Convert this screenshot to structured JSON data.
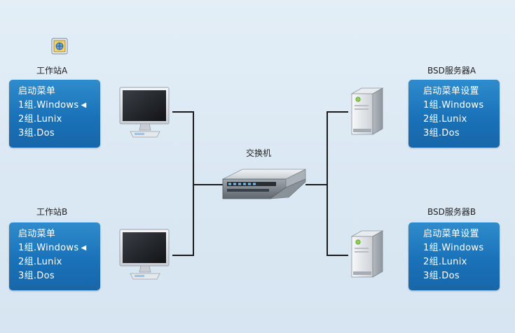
{
  "nodes": {
    "workstation_a": {
      "label": "工作站A",
      "menu": [
        "启动菜单",
        "1组.Windows",
        "2组.Lunix",
        "3组.Dos"
      ]
    },
    "workstation_b": {
      "label": "工作站B",
      "menu": [
        "启动菜单",
        "1组.Windows",
        "2组.Lunix",
        "3组.Dos"
      ]
    },
    "server_a": {
      "label": "BSD服务器A",
      "menu": [
        "启动菜单设置",
        "1组.Windows",
        "2组.Lunix",
        "3组.Dos"
      ]
    },
    "server_b": {
      "label": "BSD服务器B",
      "menu": [
        "启动菜单设置",
        "1组.Windows",
        "2组.Lunix",
        "3组.Dos"
      ]
    },
    "switch": {
      "label": "交换机"
    }
  },
  "icons": {
    "app": "network-app-icon",
    "monitor": "monitor-icon",
    "server": "server-tower-icon",
    "switch": "network-switch-icon",
    "cursor": "selection-arrow-icon"
  },
  "colors": {
    "box": "#1a72b8",
    "line": "#1a1a1a",
    "background": "#dde9f4"
  }
}
